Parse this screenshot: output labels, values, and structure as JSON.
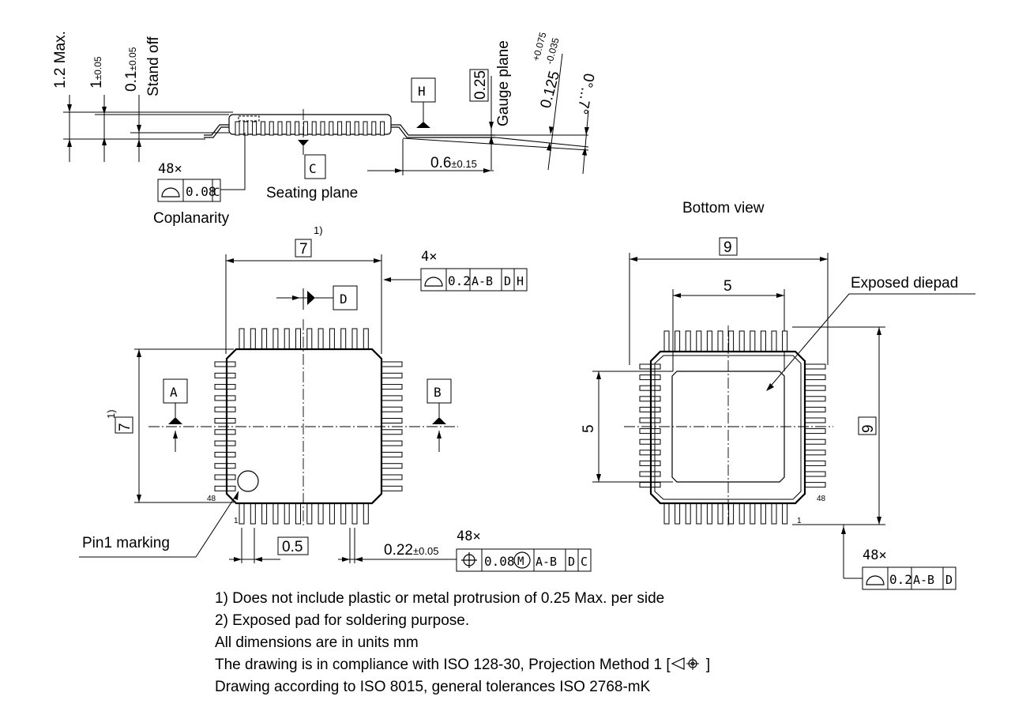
{
  "side_view": {
    "dim_height_max": "1.2 Max.",
    "dim_body": "1",
    "dim_body_tol": "±0.05",
    "dim_standoff": "0.1",
    "dim_standoff_tol": "±0.05",
    "standoff_label": "Stand off",
    "datum_h": "H",
    "datum_c": "C",
    "gauge_value": "0.25",
    "gauge_label": "Gauge plane",
    "lead_thk": "0.125",
    "lead_thk_tol_plus": "+0.075",
    "lead_thk_tol_minus": "-0.035",
    "angle": "0°...7°",
    "foot_len": "0.6",
    "foot_len_tol": "±0.15",
    "coplanarity_count": "48×",
    "coplanarity_value": "0.08",
    "coplanarity_datum": "C",
    "seating_plane": "Seating plane",
    "coplanarity_label": "Coplanarity"
  },
  "top_view": {
    "width": "7",
    "width_note": "1)",
    "height": "7",
    "height_note": "1)",
    "profile_count": "4×",
    "profile_value": "0.2",
    "profile_datums": [
      "A-B",
      "D",
      "H"
    ],
    "datum_d": "D",
    "datum_a": "A",
    "datum_b": "B",
    "pin_48": "48",
    "pin_1": "1",
    "pin1_marking": "Pin1 marking",
    "pitch": "0.5",
    "lead_width": "0.22",
    "lead_width_tol": "±0.05",
    "position_count": "48×",
    "position_value": "0.08",
    "position_modifier": "M",
    "position_datums": [
      "A-B",
      "D",
      "C"
    ]
  },
  "bottom_view": {
    "title": "Bottom view",
    "width": "9",
    "pad_width": "5",
    "pad_height": "5",
    "height": "9",
    "exposed_label": "Exposed diepad",
    "pin_48": "48",
    "pin_1": "1",
    "profile_count": "48×",
    "profile_value": "0.2",
    "profile_datums": [
      "A-B",
      "D"
    ]
  },
  "notes": [
    "1) Does not include plastic or metal protrusion of 0.25 Max. per side",
    "2) Exposed pad for soldering purpose.",
    "All dimensions are in units mm",
    "The drawing is in compliance with ISO 128-30, Projection Method 1 [",
    "]",
    "Drawing according to ISO 8015, general tolerances ISO 2768-mK"
  ]
}
